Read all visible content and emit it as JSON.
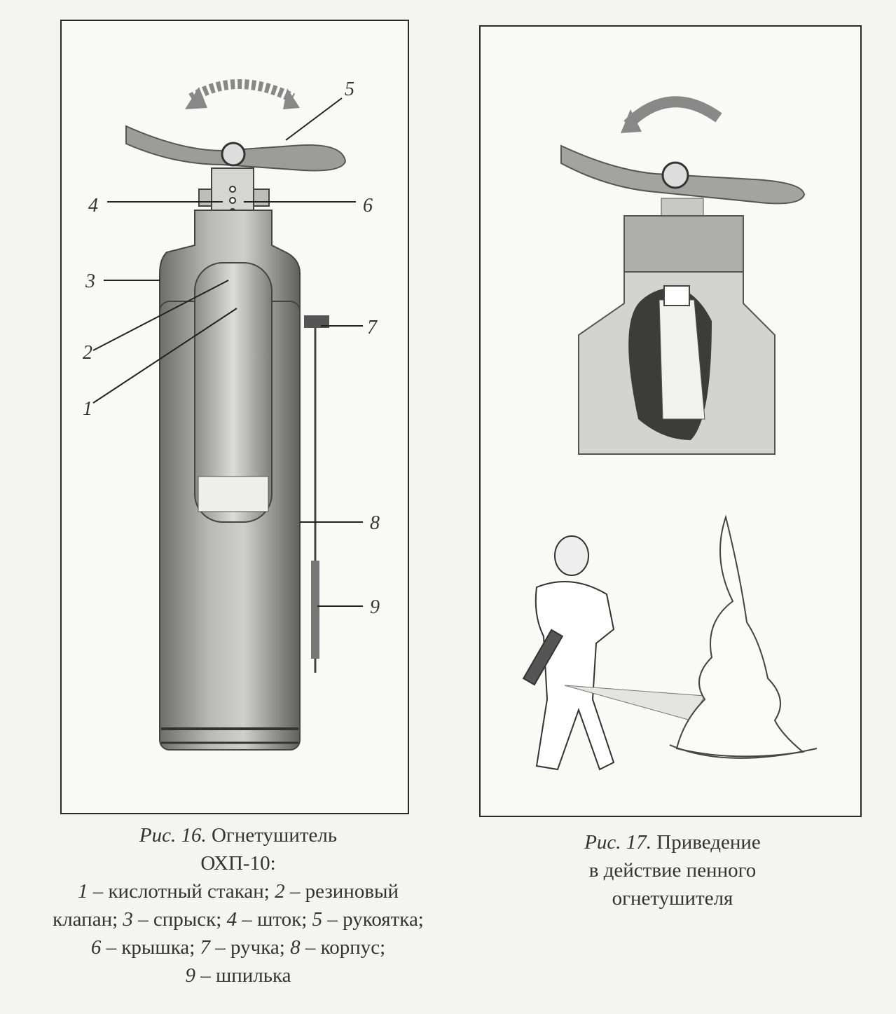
{
  "figure16": {
    "fig_no": "Рис. 16.",
    "title_a": "Огнетушитель",
    "title_b": "ОХП-10:",
    "labels": [
      "1",
      "2",
      "3",
      "4",
      "5",
      "6",
      "7",
      "8",
      "9"
    ],
    "legend": [
      {
        "num": "1",
        "text": " – кислотный стакан; "
      },
      {
        "num": "2",
        "text": " – резиновый клапан; "
      },
      {
        "num": "3",
        "text": " –  спрыск; "
      },
      {
        "num": "4",
        "text": " – шток; "
      },
      {
        "num": "5",
        "text": " – рукоятка;"
      },
      {
        "num": "6",
        "text": " – крышка; "
      },
      {
        "num": "7",
        "text": " – ручка; "
      },
      {
        "num": "8",
        "text": " – корпус;"
      },
      {
        "num": "9",
        "text": " – шпилька"
      }
    ]
  },
  "figure17": {
    "fig_no": "Рис. 17.",
    "caption_a": "Приведение",
    "caption_b": "в действие пенного",
    "caption_c": "огнетушителя"
  },
  "colors": {
    "ink": "#222222",
    "metal_dark": "#7a7a78",
    "metal_light": "#d8d8d6"
  }
}
